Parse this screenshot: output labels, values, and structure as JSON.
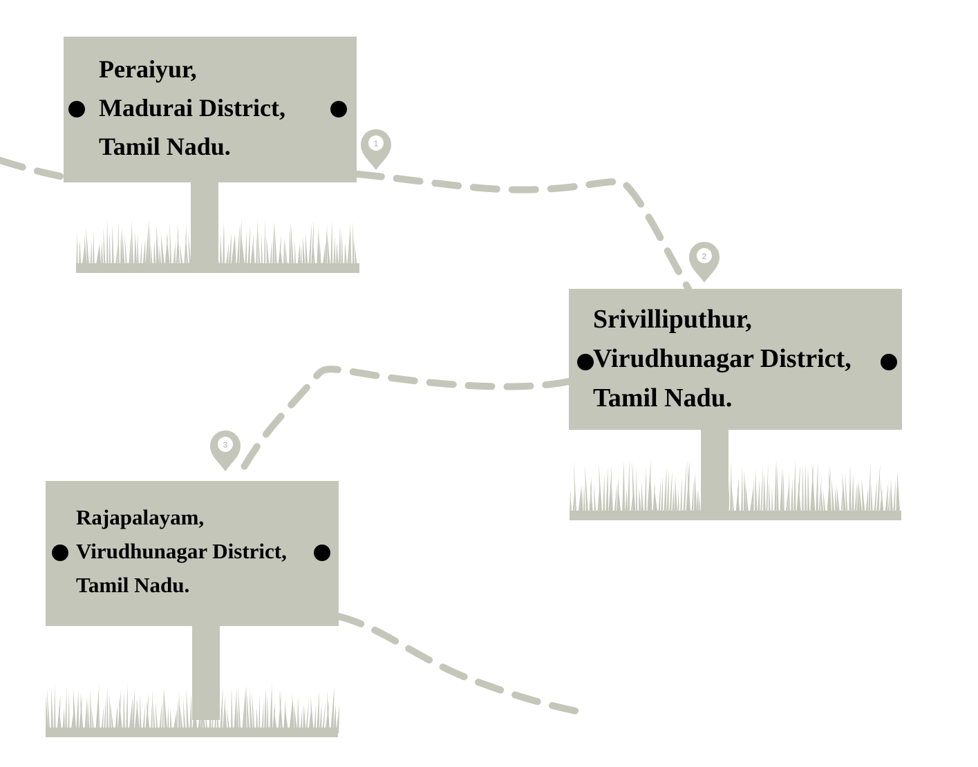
{
  "colors": {
    "board": "#c4c6ba",
    "route": "#c4c6ba",
    "text": "#000000",
    "background": "#ffffff"
  },
  "stops": [
    {
      "marker": "1",
      "lines": [
        "Peraiyur,",
        "Madurai District,",
        "Tamil Nadu."
      ]
    },
    {
      "marker": "2",
      "lines": [
        "Srivilliputhur,",
        "Virudhunagar District,",
        "Tamil Nadu."
      ]
    },
    {
      "marker": "3",
      "lines": [
        "Rajapalayam,",
        "Virudhunagar District,",
        "Tamil Nadu."
      ]
    }
  ],
  "icons": {
    "pin": "map-pin-icon",
    "bullet": "bullet-dot-icon",
    "grass": "grass-icon"
  }
}
